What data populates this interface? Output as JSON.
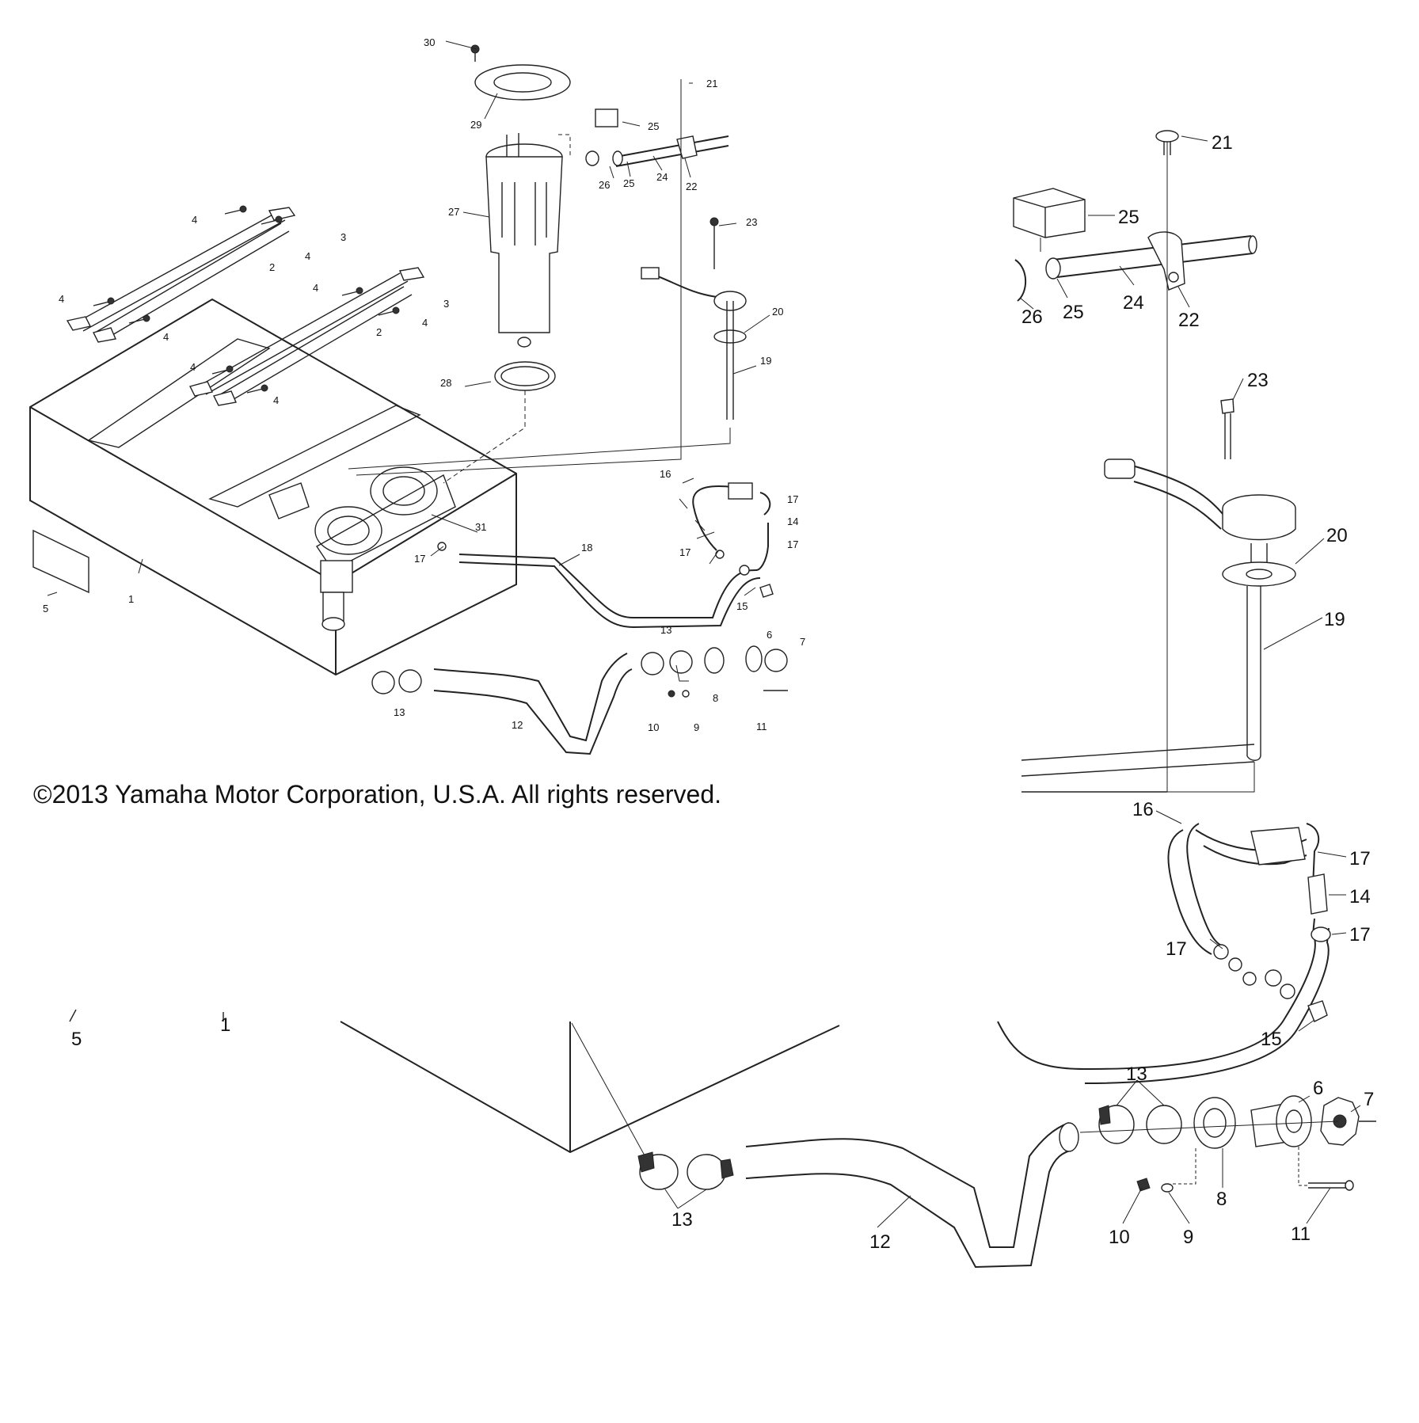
{
  "copyright": "©2013 Yamaha Motor Corporation, U.S.A. All rights reserved.",
  "callouts_small": {
    "c1": "1",
    "c2a": "2",
    "c2b": "2",
    "c3a": "3",
    "c3b": "3",
    "c4a": "4",
    "c4b": "4",
    "c4c": "4",
    "c4d": "4",
    "c4e": "4",
    "c4f": "4",
    "c4g": "4",
    "c4h": "4",
    "c5": "5",
    "c6": "6",
    "c7": "7",
    "c8": "8",
    "c9": "9",
    "c10": "10",
    "c11": "11",
    "c12": "12",
    "c13a": "13",
    "c13b": "13",
    "c14": "14",
    "c15": "15",
    "c16": "16",
    "c17a": "17",
    "c17b": "17",
    "c17c": "17",
    "c17d": "17",
    "c18": "18",
    "c19": "19",
    "c20": "20",
    "c21": "21",
    "c22": "22",
    "c23": "23",
    "c24": "24",
    "c25a": "25",
    "c25b": "25",
    "c26": "26",
    "c27": "27",
    "c28": "28",
    "c29": "29",
    "c30": "30",
    "c31": "31"
  },
  "callouts_large": {
    "c21": "21",
    "c25a": "25",
    "c26": "26",
    "c25b": "25",
    "c24": "24",
    "c22": "22",
    "c23": "23",
    "c20": "20",
    "c19": "19",
    "c16": "16",
    "c17a": "17",
    "c14": "14",
    "c17b": "17",
    "c17c": "17",
    "c15": "15",
    "c13a": "13",
    "c6": "6",
    "c7": "7",
    "c13b": "13",
    "c8": "8",
    "c12": "12",
    "c10": "10",
    "c9": "9",
    "c11": "11",
    "c5": "5",
    "c1": "1"
  }
}
